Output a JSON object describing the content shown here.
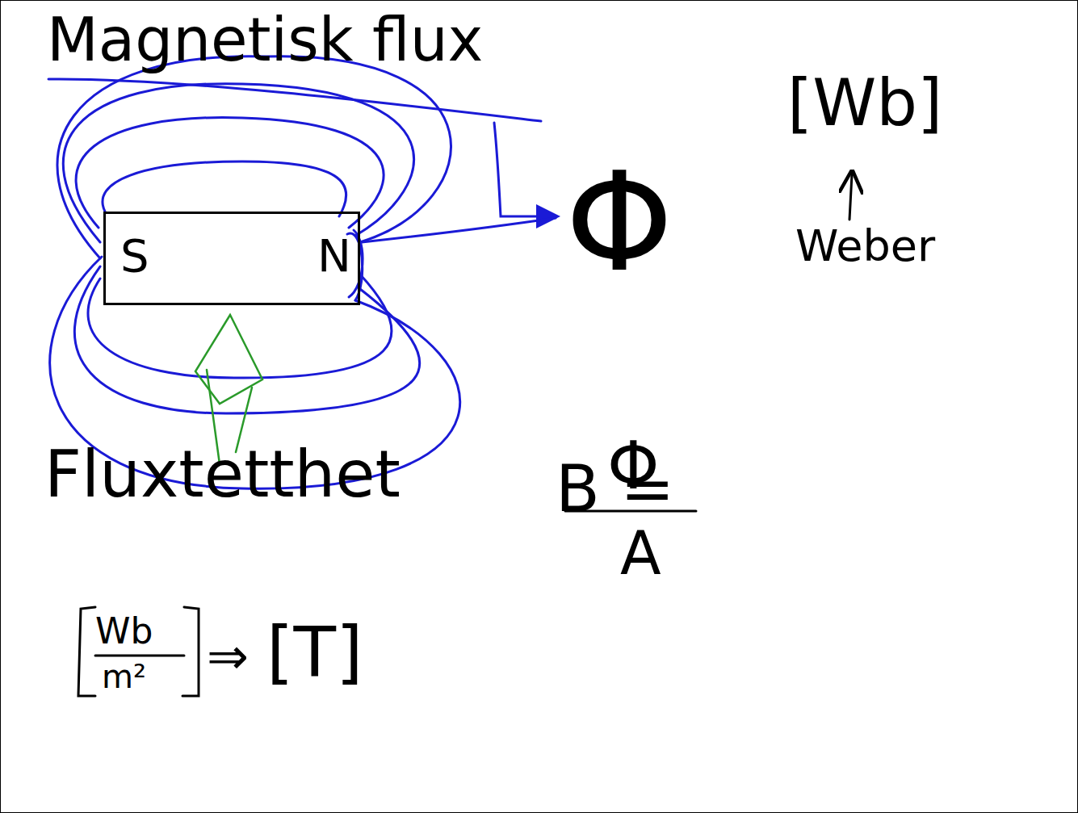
{
  "diagram": {
    "title": "Magnetisk flux",
    "nodes": [
      {
        "text": [
          "S",
          "N"
        ]
      }
    ],
    "labels": [
      "Φ",
      "[Wb]",
      "Weber",
      "Fluxtetthet",
      "B =",
      "Φ",
      "A",
      "Wb",
      "m²",
      "⇒",
      "[T]"
    ]
  }
}
